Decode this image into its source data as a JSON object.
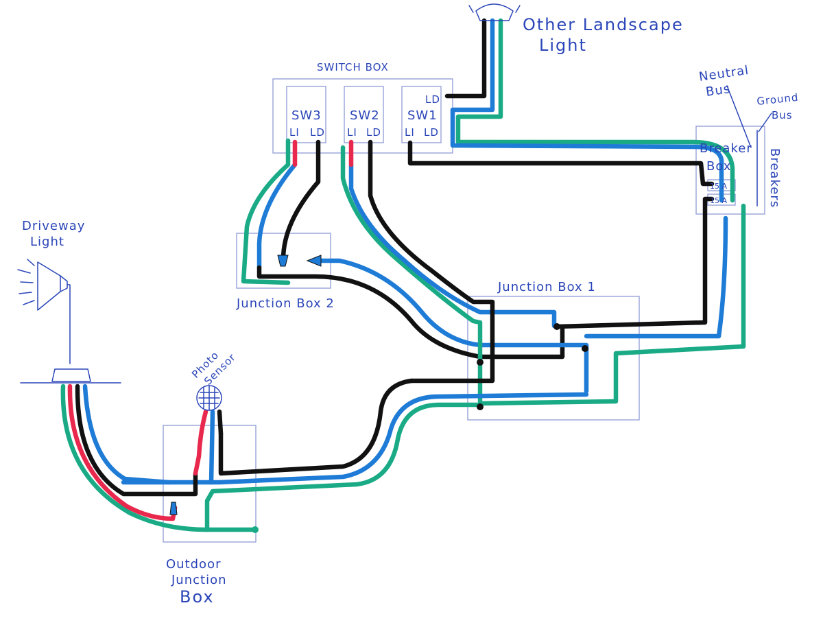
{
  "labels": {
    "switch_box": "SWITCH BOX",
    "sw3": "SW3",
    "sw2": "SW2",
    "sw1": "SW1",
    "li": "LI",
    "ld": "LD",
    "other_landscape_light_1": "Other Landscape",
    "other_landscape_light_2": "Light",
    "neutral_bus_1": "Neutral",
    "neutral_bus_2": "Bus",
    "ground_bus_1": "Ground",
    "ground_bus_2": "Bus",
    "breakers_box_1": "Breaker",
    "breakers_box_2": "Box",
    "breakers": "Breakers",
    "breaker_15a_top": "15 A",
    "breaker_15a_bottom": "15 A",
    "driveway_light_1": "Driveway",
    "driveway_light_2": "Light",
    "photo_sensor_1": "Photo",
    "photo_sensor_2": "Sensor",
    "junction_box_1": "Junction Box 1",
    "junction_box_2": "Junction Box 2",
    "outdoor_jb_1": "Outdoor",
    "outdoor_jb_2": "Junction",
    "outdoor_jb_3": "Box"
  },
  "colors": {
    "ink": "#2a45b8",
    "box_outline": "#8f9ad6",
    "wire_black": "#111111",
    "wire_blue": "#1e7bd6",
    "wire_green": "#1aab86",
    "wire_red": "#e8284c"
  },
  "icons": {
    "landscape_light": "lamp-icon",
    "driveway_light": "floodlight-icon",
    "photo_sensor": "photo-sensor-icon",
    "wire_nut": "wire-nut-icon"
  }
}
